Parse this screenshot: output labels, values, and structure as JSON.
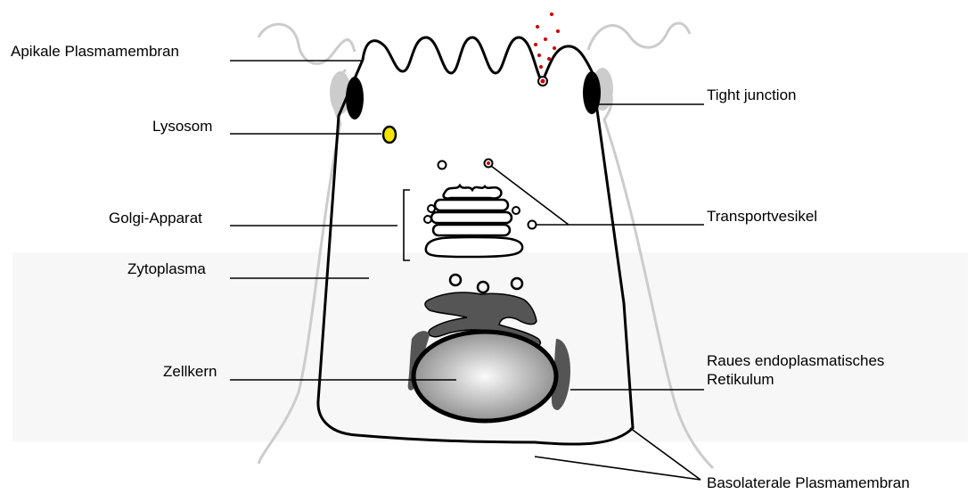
{
  "labels": {
    "apical_membrane": "Apikale Plasmamembran",
    "lysosome": "Lysosom",
    "golgi": "Golgi-Apparat",
    "cytoplasm": "Zytoplasma",
    "nucleus": "Zellkern",
    "tight_junction": "Tight junction",
    "transport_vesicle": "Transportvesikel",
    "rough_er_line1": "Raues endoplasmatisches",
    "rough_er_line2": "Retikulum",
    "basolateral_membrane": "Basolaterale Plasmamembran"
  },
  "colors": {
    "outline": "#000000",
    "neighbor_cells": "#cccccc",
    "cytoplasm_band": "#f7f7f7",
    "lysosome_fill": "#f2e600",
    "vesicle_accent": "#cc0000",
    "nucleus_light": "#fafafa",
    "nucleus_dark": "#888888",
    "er": "#555555"
  }
}
